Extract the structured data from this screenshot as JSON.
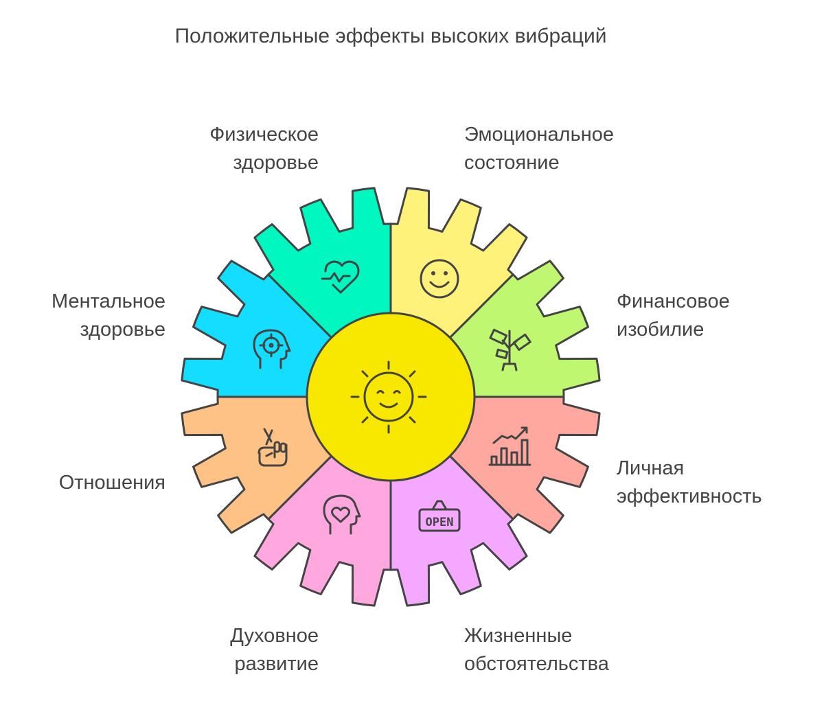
{
  "title": "Положительные эффекты высоких вибраций",
  "center_icon": "sun-smile-icon",
  "stroke_color": "#444444",
  "center_color": "#F8E800",
  "segments": [
    {
      "label": "Эмоциональное\nсостояние",
      "icon": "smiley-icon",
      "color": "#FFF27A"
    },
    {
      "label": "Финансовое\nизобилие",
      "icon": "money-plant-icon",
      "color": "#BFF870"
    },
    {
      "label": "Личная\nэффективность",
      "icon": "growth-chart-icon",
      "color": "#FFA8A0"
    },
    {
      "label": "Жизненные\nобстоятельства",
      "icon": "open-sign-icon",
      "color": "#F5A8FF"
    },
    {
      "label": "Духовное\nразвитие",
      "icon": "head-heart-icon",
      "color": "#FFA8E0"
    },
    {
      "label": "Отношения",
      "icon": "crossed-fingers-icon",
      "color": "#FFC285"
    },
    {
      "label": "Ментальное\nздоровье",
      "icon": "head-target-icon",
      "color": "#14DEFF"
    },
    {
      "label": "Физическое\nздоровье",
      "icon": "heartbeat-icon",
      "color": "#00F8C0"
    }
  ]
}
